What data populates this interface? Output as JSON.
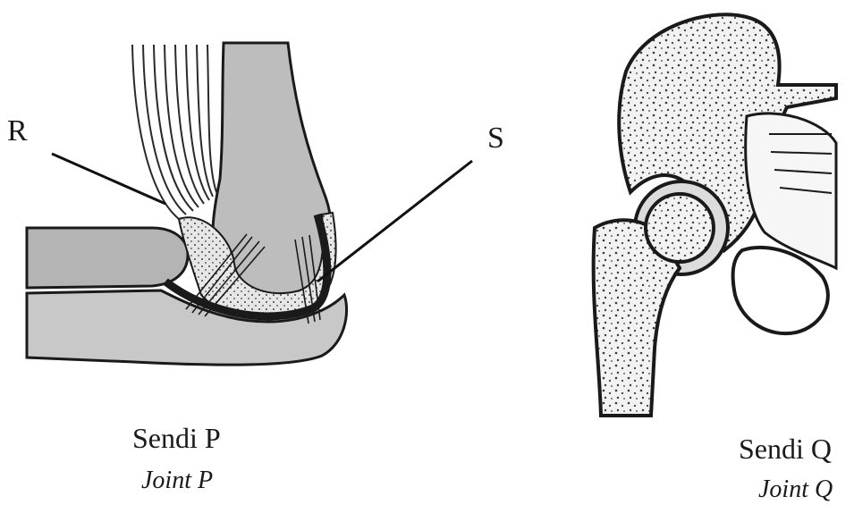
{
  "labels": {
    "r": "R",
    "s": "S"
  },
  "captions": {
    "p_main": "Sendi P",
    "p_sub": "Joint P",
    "q_main": "Sendi Q",
    "q_sub": "Joint Q"
  }
}
